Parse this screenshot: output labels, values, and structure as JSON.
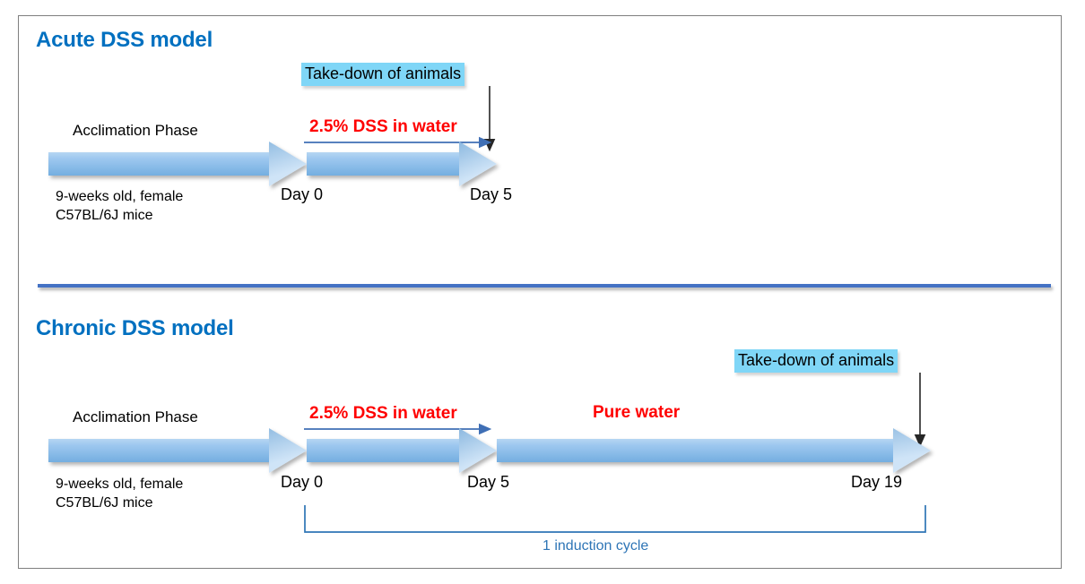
{
  "figure": {
    "sections": [
      {
        "id": "acute",
        "title": "Acute DSS model",
        "acclimation_label": "Acclimation Phase",
        "animal_line1": "9-weeks old, female",
        "animal_line2": "C57BL/6J mice",
        "treatment_label": "2.5% DSS in water",
        "takedown_label": "Take-down of animals",
        "day_start": "Day 0",
        "day_end": "Day 5"
      },
      {
        "id": "chronic",
        "title": "Chronic DSS model",
        "acclimation_label": "Acclimation Phase",
        "animal_line1": "9-weeks old, female",
        "animal_line2": "C57BL/6J mice",
        "treatment_label": "2.5% DSS in water",
        "recovery_label": "Pure water",
        "takedown_label": "Take-down of animals",
        "day_start": "Day 0",
        "day_mid": "Day 5",
        "day_end": "Day 19",
        "cycle_label": "1 induction cycle"
      }
    ],
    "colors": {
      "title_blue": "#0070c0",
      "divider_blue": "#4472c4",
      "arrow_fill_light": "#9dc3e6",
      "arrow_fill_mid": "#7fb2e5",
      "arrow_head_dark": "#2e5f8a",
      "red_text": "#ff0000",
      "highlight_cyan": "#7fd6f7",
      "annotation_blue": "#2e75b6",
      "frame_grey": "#7f7f7f",
      "body_text": "#000000"
    }
  }
}
